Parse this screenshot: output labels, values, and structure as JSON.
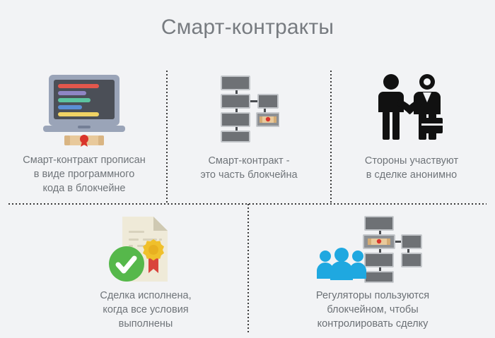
{
  "page": {
    "title": "Смарт-контракты",
    "background_color": "#f2f3f5",
    "title_color": "#777b80",
    "text_color": "#6f7479"
  },
  "cells": [
    {
      "id": "smart-contract-code",
      "icon": "laptop-with-code-and-sealed-scroll-icon",
      "caption": "Смарт-контракт прописан\nв виде программного\nкода в блокчейне"
    },
    {
      "id": "part-of-blockchain",
      "icon": "blockchain-blocks-with-sealed-scroll-icon",
      "caption": "Смарт-контракт -\nэто часть блокчейна"
    },
    {
      "id": "anonymous-parties",
      "icon": "handshake-two-people-icon",
      "caption": "Стороны участвуют\nв сделке анонимно"
    },
    {
      "id": "deal-executed",
      "icon": "document-with-award-seal-and-green-check-icon",
      "caption": "Сделка исполнена,\nкогда все условия\nвыполнены"
    },
    {
      "id": "regulators-control",
      "icon": "people-group-with-blockchain-icon",
      "caption": "Регуляторы пользуются\nблокчейном, чтобы\nконтролировать сделку"
    }
  ],
  "palette": {
    "laptop_body": "#9aa4b8",
    "laptop_screen": "#4b4f57",
    "code_red": "#e2574c",
    "code_purple": "#8f86c4",
    "code_green": "#5cc4a0",
    "code_blue": "#5b8fd4",
    "code_yellow": "#f0d264",
    "scroll_tan": "#e8c99b",
    "seal_red": "#d9342b",
    "block_gray": "#6e7175",
    "block_border": "#b9bcc0",
    "silhouette_black": "#111111",
    "doc_cream": "#efead8",
    "award_gold": "#f0c02b",
    "ribbon_red": "#d9443c",
    "check_green": "#56b84b",
    "people_blue": "#1fa8e0",
    "divider": "#3a3a3a"
  }
}
